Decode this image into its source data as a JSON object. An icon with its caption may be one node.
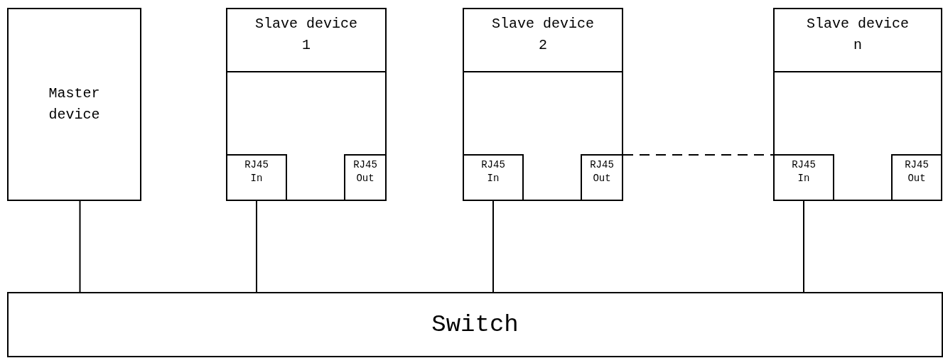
{
  "diagram": {
    "nodes": [
      {
        "text": [
          "Master device"
        ]
      },
      {
        "text": [
          "Slave device 1"
        ]
      },
      {
        "text": [
          "RJ45 In"
        ],
        "in": 1
      },
      {
        "text": [
          "RJ45 Out"
        ],
        "in": 1
      },
      {
        "text": [
          "Slave device 2"
        ]
      },
      {
        "text": [
          "RJ45 In"
        ],
        "in": 4
      },
      {
        "text": [
          "RJ45 Out"
        ],
        "in": 4
      },
      {
        "text": [
          "Slave device n"
        ]
      },
      {
        "text": [
          "RJ45 In"
        ],
        "in": 7
      },
      {
        "text": [
          "RJ45 Out"
        ],
        "in": 7
      },
      {
        "text": [
          "Switch"
        ]
      }
    ],
    "edges": [
      {
        "from": 0,
        "to": 10,
        "arrow": "none"
      },
      {
        "from": 2,
        "to": 10,
        "arrow": "none"
      },
      {
        "from": 5,
        "to": 10,
        "arrow": "none"
      },
      {
        "from": 8,
        "to": 10,
        "arrow": "none"
      },
      {
        "from": 6,
        "to": 8,
        "arrow": "none",
        "style": "dashed"
      }
    ]
  }
}
